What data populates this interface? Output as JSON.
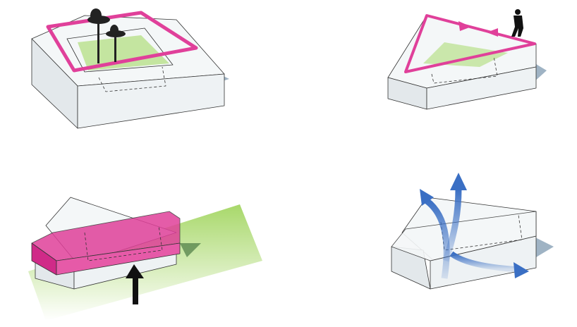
{
  "colors": {
    "accent_pink": "#e0409a",
    "grass_green": "#a8d86a",
    "wind_blue": "#3a6fc4",
    "wall_light": "#eef2f4",
    "wall_shade": "#d8dee2",
    "shadow": "#9fb3c4"
  },
  "diagrams": [
    {
      "id": "courtyard",
      "icons": [
        "palm-tree-icon"
      ]
    },
    {
      "id": "circulation",
      "icons": [
        "walking-person-icon",
        "arrow-icon"
      ]
    },
    {
      "id": "elevated-bar",
      "icons": [
        "up-arrow-icon"
      ]
    },
    {
      "id": "ventilation",
      "icons": [
        "wind-arrow-icon"
      ]
    }
  ]
}
